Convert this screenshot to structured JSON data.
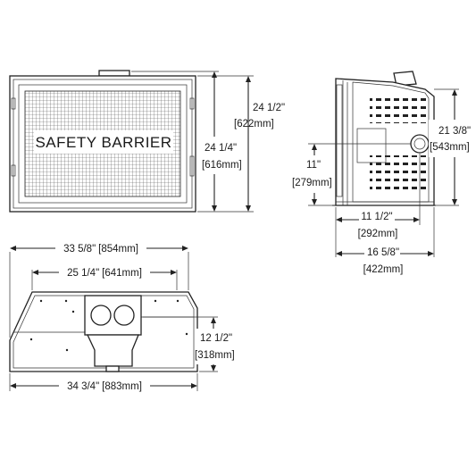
{
  "front_view": {
    "label": "SAFETY BARRIER",
    "height_outer": {
      "imperial": "24 1/2\"",
      "metric": "[622mm]"
    },
    "height_inner": {
      "imperial": "24 1/4\"",
      "metric": "[616mm]"
    }
  },
  "side_view": {
    "height_total": {
      "imperial": "21 3/8\"",
      "metric": "[543mm]"
    },
    "vent_height": {
      "imperial": "11\"",
      "metric": "[279mm]"
    },
    "depth_vent": {
      "imperial": "11 1/2\"",
      "metric": "[292mm]"
    },
    "depth_total": {
      "imperial": "16 5/8\"",
      "metric": "[422mm]"
    }
  },
  "top_view": {
    "width_top": {
      "imperial": "33 5/8\"",
      "metric": "[854mm]"
    },
    "width_inner": {
      "imperial": "25 1/4\"",
      "metric": "[641mm]"
    },
    "depth": {
      "imperial": "12 1/2\"",
      "metric": "[318mm]"
    },
    "width_bottom": {
      "imperial": "34 3/4\"",
      "metric": "[883mm]"
    }
  }
}
